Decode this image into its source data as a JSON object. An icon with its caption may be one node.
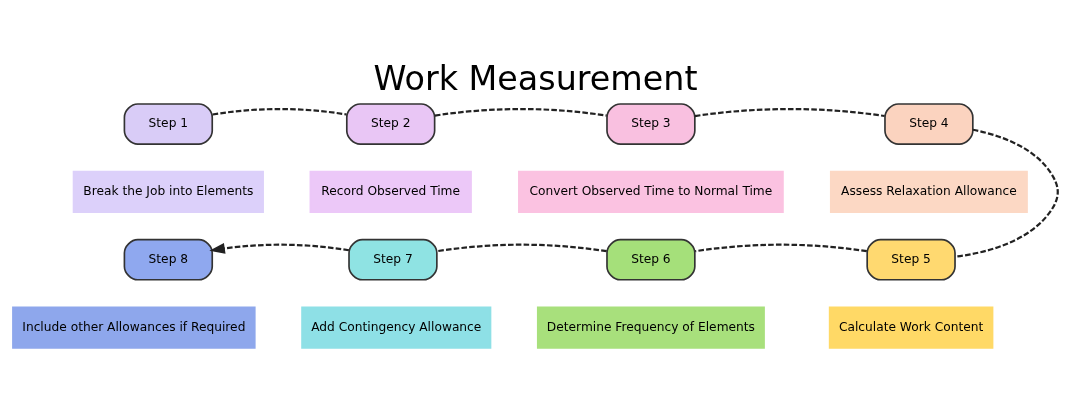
{
  "diagram": {
    "title": "Work Measurement",
    "nodes": [
      {
        "text": [
          "Step 1"
        ]
      },
      {
        "text": [
          "Step 2"
        ]
      },
      {
        "text": [
          "Step 3"
        ]
      },
      {
        "text": [
          "Step 4"
        ]
      },
      {
        "text": [
          "Break the Job into Elements"
        ]
      },
      {
        "text": [
          "Record Observed Time"
        ]
      },
      {
        "text": [
          "Convert Observed Time to Normal Time"
        ]
      },
      {
        "text": [
          "Assess Relaxation Allowance"
        ]
      },
      {
        "text": [
          "Step 8"
        ]
      },
      {
        "text": [
          "Step 7"
        ]
      },
      {
        "text": [
          "Step 6"
        ]
      },
      {
        "text": [
          "Step 5"
        ]
      },
      {
        "text": [
          "Include other Allowances if Required"
        ]
      },
      {
        "text": [
          "Add Contingency Allowance"
        ]
      },
      {
        "text": [
          "Determine Frequency of Elements"
        ]
      },
      {
        "text": [
          "Calculate Work Content"
        ]
      }
    ],
    "edges": [
      {
        "from": 0,
        "to": 1,
        "arrow": "none",
        "style": "dashed"
      },
      {
        "from": 1,
        "to": 2,
        "arrow": "none",
        "style": "dashed"
      },
      {
        "from": 2,
        "to": 3,
        "arrow": "none",
        "style": "dashed"
      },
      {
        "from": 3,
        "to": 11,
        "arrow": "none",
        "style": "dashed"
      },
      {
        "from": 11,
        "to": 10,
        "arrow": "none",
        "style": "dashed"
      },
      {
        "from": 10,
        "to": 9,
        "arrow": "none",
        "style": "dashed"
      },
      {
        "from": 9,
        "to": 8,
        "arrow": "to",
        "style": "dashed"
      }
    ]
  }
}
